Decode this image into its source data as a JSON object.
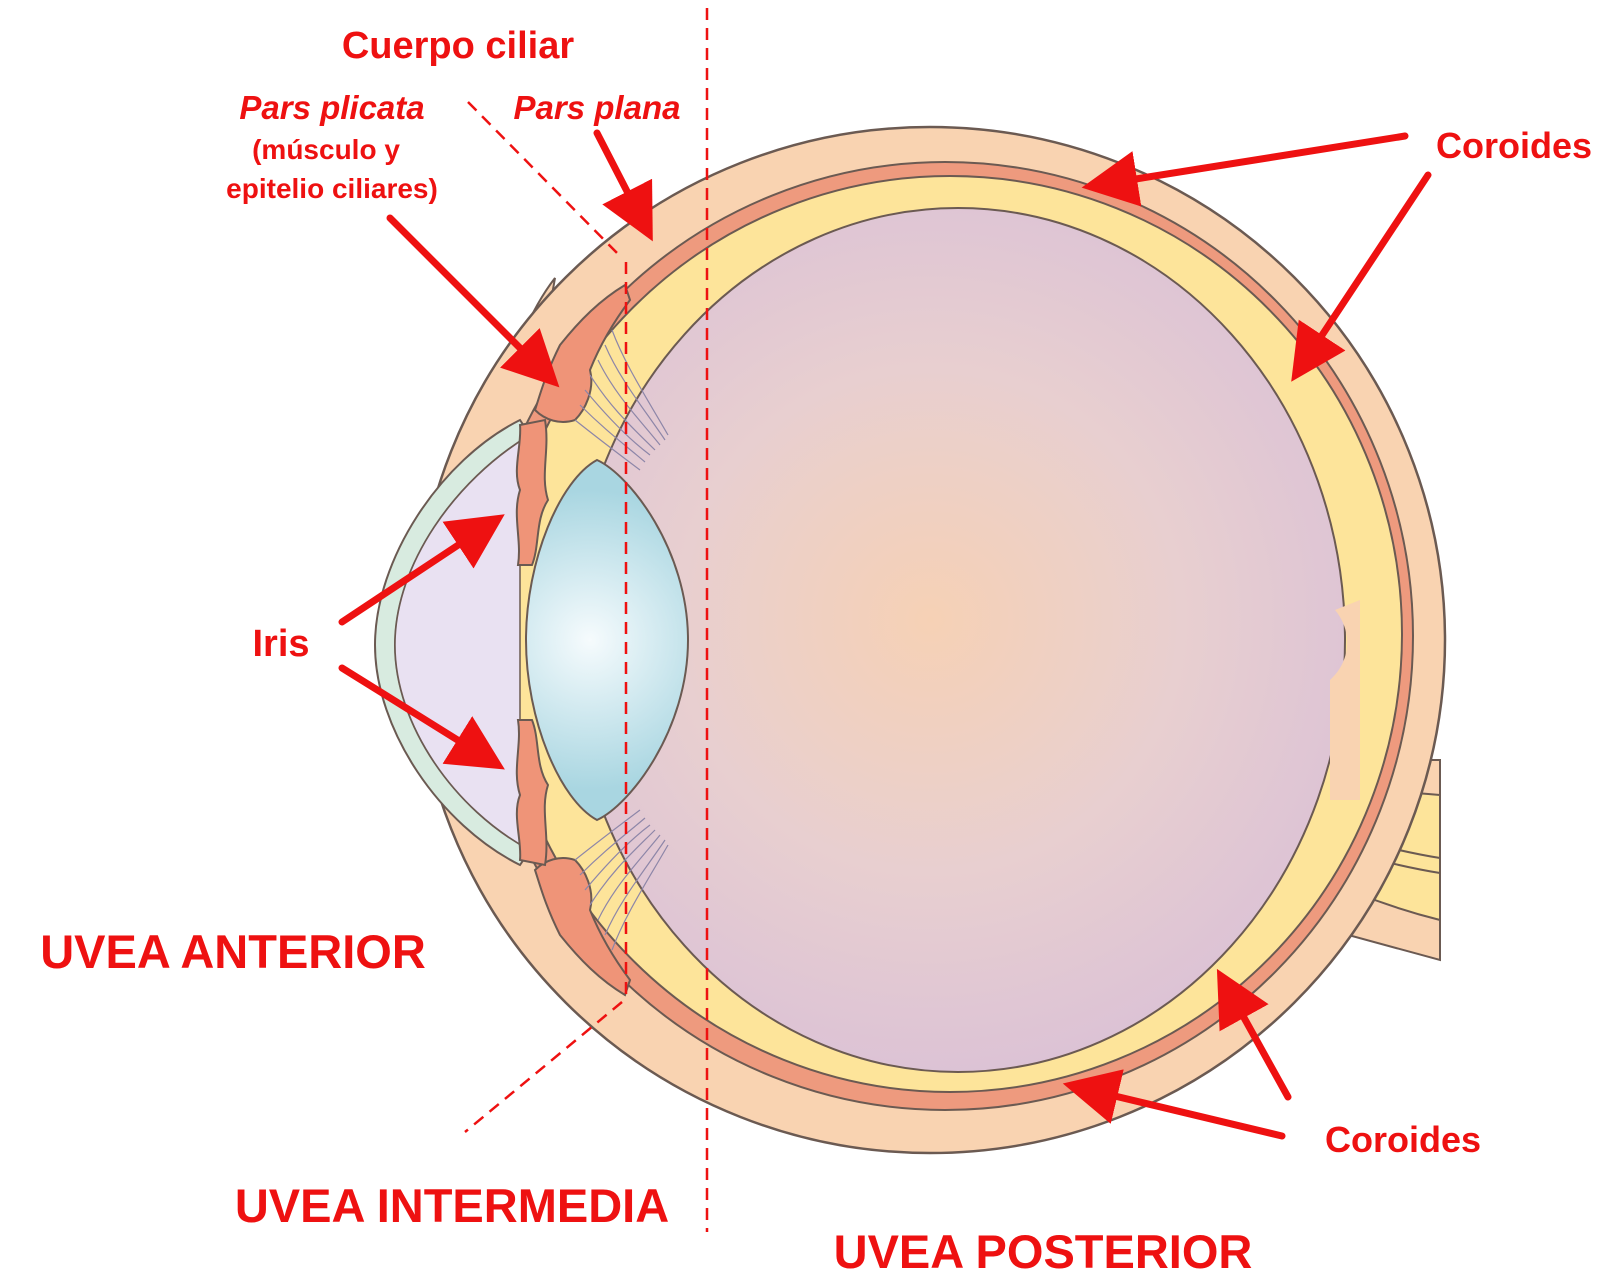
{
  "labels": {
    "cuerpo_ciliar": "Cuerpo ciliar",
    "pars_plicata": "Pars plicata",
    "pars_plicata_note_line1": "(músculo y",
    "pars_plicata_note_line2": "epitelio ciliares)",
    "pars_plana": "Pars plana",
    "coroides_top": "Coroides",
    "coroides_bottom": "Coroides",
    "iris": "Iris",
    "uvea_anterior": "UVEA ANTERIOR",
    "uvea_intermedia": "UVEA INTERMEDIA",
    "uvea_posterior": "UVEA POSTERIOR"
  },
  "colors": {
    "label_red": "#ee1111",
    "sclera": "#f9d3b1",
    "choroid": "#ee9a7e",
    "retina": "#fde49a",
    "vitreous": "#d9bfd8",
    "vitreous_center": "#f6d1b5",
    "lens": "#c6e6ec",
    "cornea": "#d8ebe0",
    "anterior_chamber": "#e9e1f2",
    "ciliary": "#ef9478"
  }
}
